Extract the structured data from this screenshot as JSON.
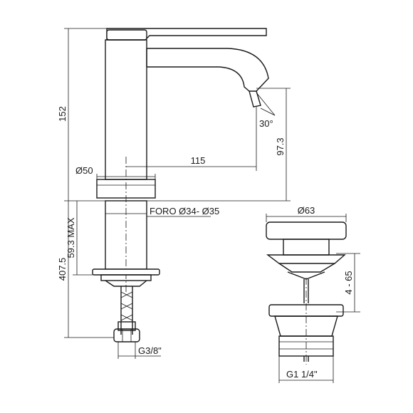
{
  "dimensions": {
    "total_height": "152",
    "spout_height": "97.3",
    "spout_reach": "115",
    "base_diameter": "Ø50",
    "hole_diameter": "FORO Ø34- Ø35",
    "max_deck_thickness": "59.3 MAX",
    "hose_length": "407.5",
    "hose_thread": "G3/8\"",
    "spout_angle": "30°",
    "waste_diameter": "Ø63",
    "waste_range": "4 - 65",
    "waste_thread": "G1 1/4\""
  }
}
